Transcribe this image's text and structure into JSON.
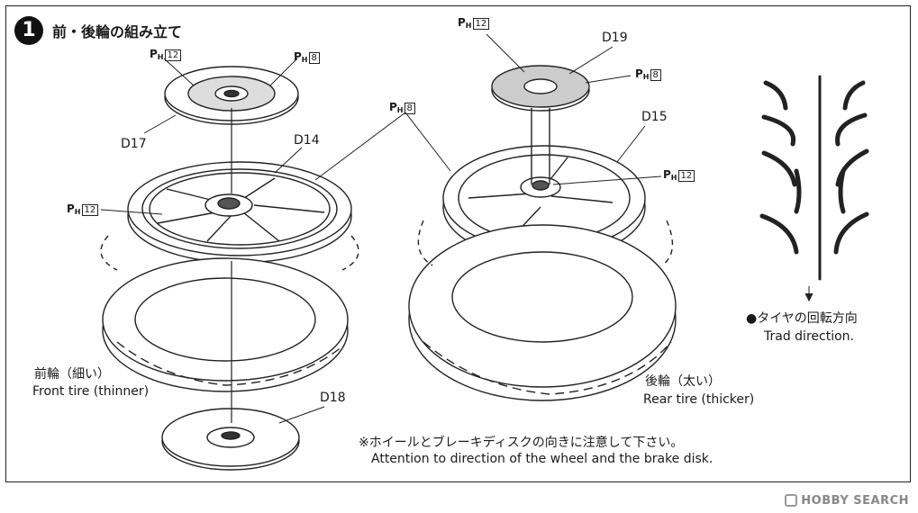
{
  "step": {
    "number": "1",
    "title": "前・後輪の組み立て"
  },
  "parts": {
    "d17": "D17",
    "d14": "D14",
    "d18": "D18",
    "d19": "D19",
    "d15": "D15"
  },
  "ph_label": {
    "prefix": "P",
    "sub": "H"
  },
  "ph_sizes": {
    "s12": "12",
    "s8": "8"
  },
  "front_tire": {
    "jp": "前輪（細い）",
    "en": "Front tire (thinner)"
  },
  "rear_tire": {
    "jp": "後輪（太い）",
    "en": "Rear tire (thicker)"
  },
  "tread": {
    "jp": "●タイヤの回転方向",
    "en": "Trad direction."
  },
  "note": {
    "jp": "※ホイールとブレーキディスクの向きに注意して下さい。",
    "en": "Attention to direction of the wheel and the brake disk."
  },
  "watermark": {
    "text": "HOBBY SEARCH"
  }
}
